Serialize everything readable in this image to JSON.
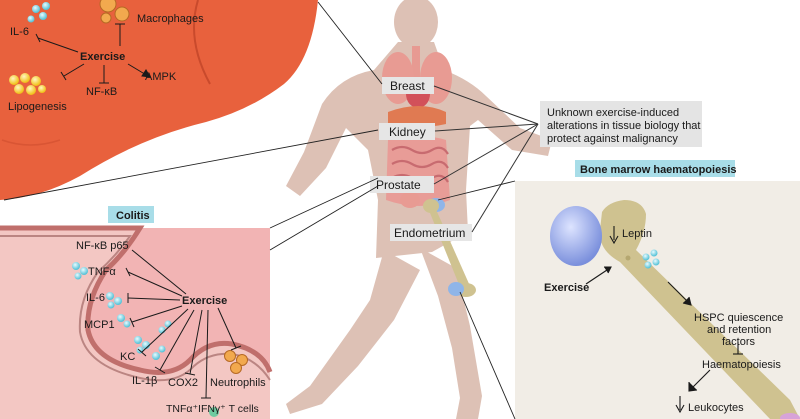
{
  "liver": {
    "center": "Exercise",
    "items": [
      "IL-6",
      "Macrophages",
      "Lipogenesis",
      "NF-κB",
      "AMPK"
    ]
  },
  "body": {
    "organs": [
      "Breast",
      "Kidney",
      "Prostate",
      "Endometrium"
    ]
  },
  "note": {
    "lines": [
      "Unknown exercise-induced",
      "alterations in tissue biology that",
      "protect against malignancy"
    ]
  },
  "colitis": {
    "title": "Colitis",
    "center": "Exercise",
    "items": [
      "NF-κB p65",
      "TNFα",
      "IL-6",
      "MCP1",
      "KC",
      "IL-1β",
      "COX2",
      "Neutrophils",
      "TNFα⁺IFNγ⁺ T cells"
    ]
  },
  "bone_marrow": {
    "title": "Bone marrow haematopoiesis",
    "exercise": "Exercise",
    "leptin": "Leptin",
    "hspc_lines": [
      "HSPC quiescence",
      "and retention",
      "factors"
    ],
    "haemato": "Haematopoiesis",
    "leuko": "Leukocytes"
  },
  "colors": {
    "liver": "#e8613d",
    "colitis_bg": "#f2b4b4",
    "panel_bg": "#f1ede6",
    "bone": "#cfc290",
    "title_bg": "#a8dde8",
    "skin": "#ddc1b5"
  }
}
